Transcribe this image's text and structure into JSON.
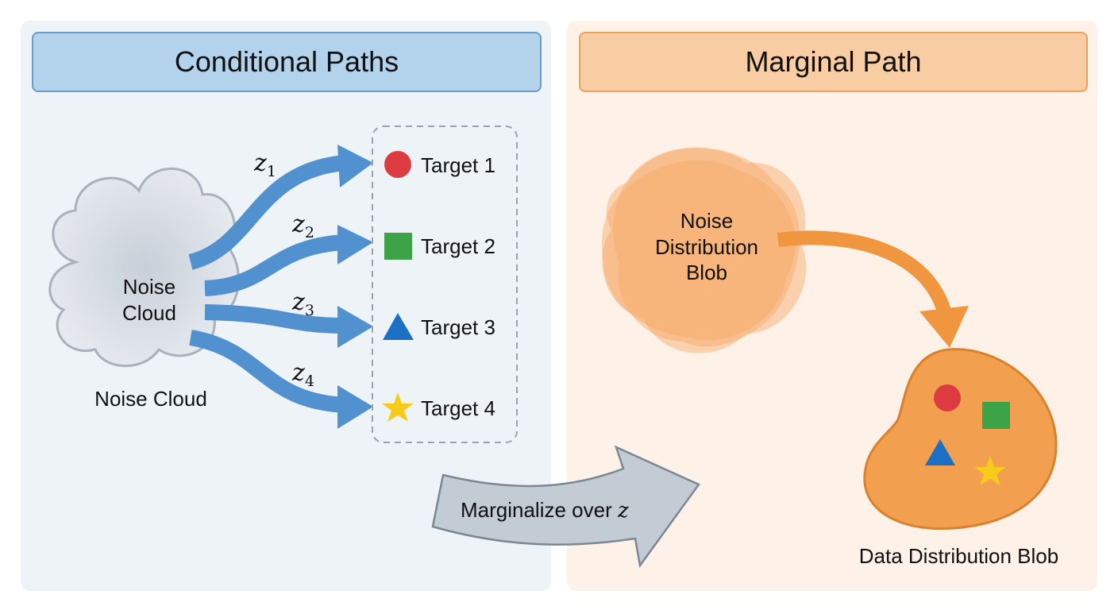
{
  "panels": {
    "left": {
      "title": "Conditional Paths"
    },
    "right": {
      "title": "Marginal Path"
    }
  },
  "left": {
    "cloud_inner_label_line1": "Noise",
    "cloud_inner_label_line2": "Cloud",
    "cloud_caption": "Noise Cloud",
    "paths": [
      {
        "var": "z",
        "subscript": "1",
        "target": "Target 1",
        "shape": "circle-icon",
        "color": "#dc3b3f"
      },
      {
        "var": "z",
        "subscript": "2",
        "target": "Target 2",
        "shape": "square-icon",
        "color": "#3ca447"
      },
      {
        "var": "z",
        "subscript": "3",
        "target": "Target 3",
        "shape": "triangle-icon",
        "color": "#1b6fc4"
      },
      {
        "var": "z",
        "subscript": "4",
        "target": "Target 4",
        "shape": "star-icon",
        "color": "#f6cc18"
      }
    ]
  },
  "center": {
    "marginalize_label": "Marginalize over ",
    "marginalize_var": "z"
  },
  "right": {
    "noise_blob_line1": "Noise",
    "noise_blob_line2": "Distribution",
    "noise_blob_line3": "Blob",
    "data_blob_caption": "Data Distribution Blob"
  },
  "colors": {
    "conditional_arrow": "#5291cf",
    "marginal_arrow": "#f0963e",
    "noise_blob": "#f6b27a",
    "data_blob": "#f2a04f",
    "marginalize_arrow": "#c3ccd4"
  }
}
